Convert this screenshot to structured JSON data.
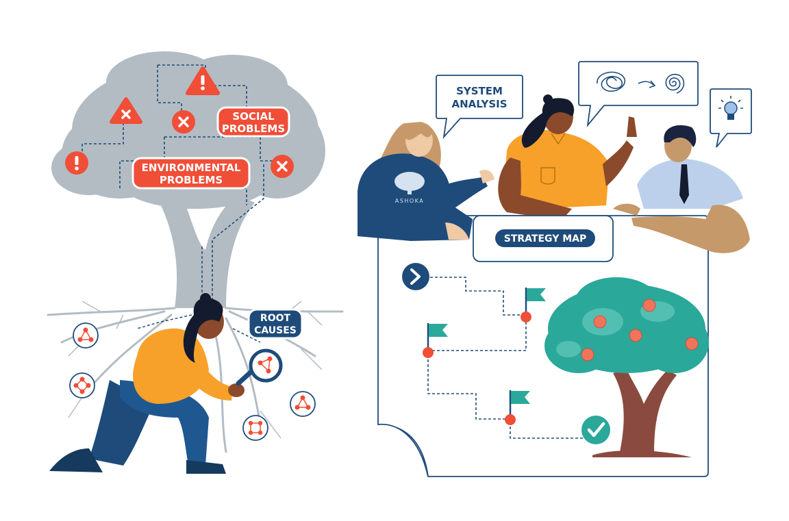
{
  "labels": {
    "social_line1": "SOCIAL",
    "social_line2": "PROBLEMS",
    "env_line1": "ENVIRONMENTAL",
    "env_line2": "PROBLEMS",
    "root_line1": "ROOT",
    "root_line2": "CAUSES",
    "system_line1": "SYSTEM",
    "system_line2": "ANALYSIS",
    "strategy_map": "STRATEGY MAP",
    "sweater_logo": "ASHOKA"
  },
  "colors": {
    "navy": "#1e4b7a",
    "alert_red": "#f04e37",
    "tree_grey": "#b3bcc3",
    "teal": "#2aa89a",
    "orange_shirt": "#f7a12a",
    "light_blue_shirt": "#bcd0ec"
  },
  "icons": [
    "warning-icon",
    "close-icon",
    "network-icon",
    "magnifier-icon",
    "chevron-right-icon",
    "flag-icon",
    "check-icon",
    "lightbulb-icon",
    "scribble-icon",
    "spiral-icon"
  ]
}
